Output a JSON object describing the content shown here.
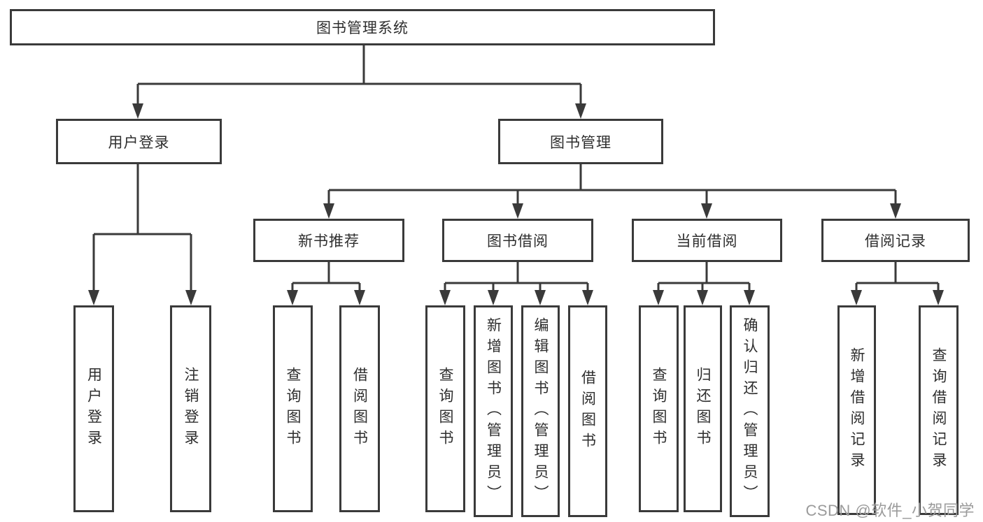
{
  "diagram": {
    "root": {
      "label": "图书管理系统"
    },
    "branches": [
      {
        "label": "用户登录",
        "children": [
          "用户登录",
          "注销登录"
        ]
      },
      {
        "label": "图书管理",
        "groups": [
          {
            "label": "新书推荐",
            "children": [
              "查询图书",
              "借阅图书"
            ]
          },
          {
            "label": "图书借阅",
            "children": [
              "查询图书",
              "新增图书（管理员）",
              "编辑图书（管理员）",
              "借阅图书"
            ]
          },
          {
            "label": "当前借阅",
            "children": [
              "查询图书",
              "归还图书",
              "确认归还（管理员）"
            ]
          },
          {
            "label": "借阅记录",
            "children": [
              "新增借阅记录",
              "查询借阅记录"
            ]
          }
        ]
      }
    ]
  },
  "watermark": "CSDN @软件_小贺同学",
  "colors": {
    "line": "#3a3a3a",
    "box_border": "#3a3a3a",
    "text": "#2e2e2e",
    "watermark": "#9b9b9b",
    "background": "#ffffff"
  }
}
